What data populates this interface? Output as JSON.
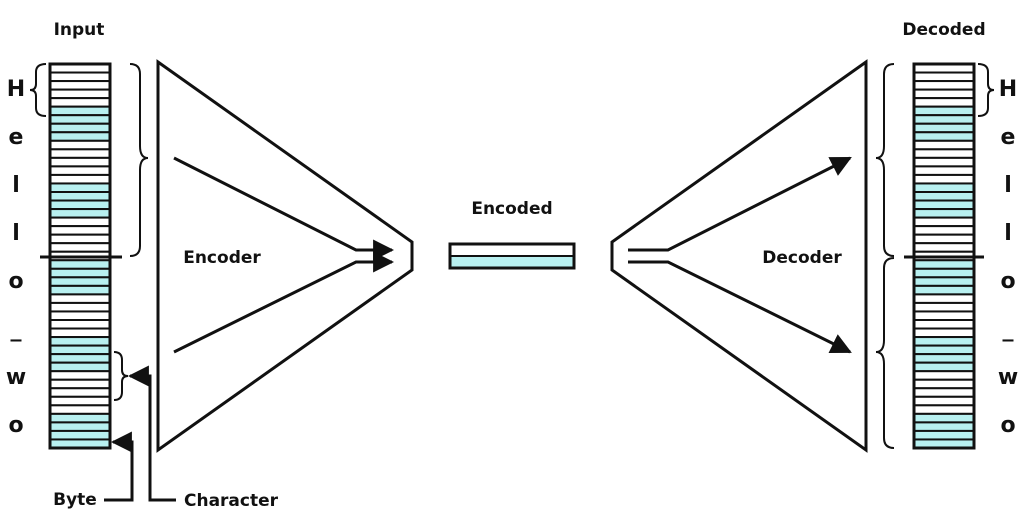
{
  "labels": {
    "input": "Input",
    "decoded": "Decoded",
    "encoded": "Encoded",
    "encoder": "Encoder",
    "decoder": "Decoder",
    "byte": "Byte",
    "character": "Character"
  },
  "characters": [
    "H",
    "e",
    "l",
    "l",
    "o",
    "_",
    "w",
    "o"
  ],
  "bytes": [
    0,
    0,
    0,
    0,
    0,
    1,
    1,
    1,
    1,
    0,
    0,
    0,
    0,
    0,
    1,
    1,
    1,
    1,
    0,
    0,
    0,
    0,
    0,
    1,
    1,
    1,
    1,
    0,
    0,
    0,
    0,
    0,
    1,
    1,
    1,
    1,
    0,
    0,
    0,
    0,
    0,
    1,
    1,
    1,
    1
  ],
  "colors": {
    "stroke": "#111111",
    "highlight": "#b8f0f0",
    "background": "#ffffff"
  }
}
